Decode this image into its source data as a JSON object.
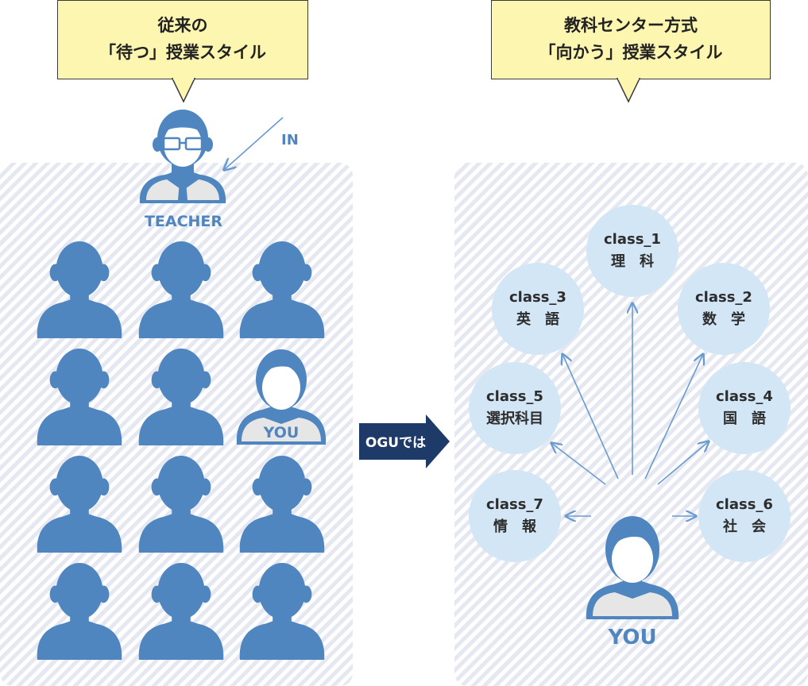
{
  "left_callout": {
    "line1": "従来の",
    "line2": "「待つ」授業スタイル"
  },
  "right_callout": {
    "line1": "教科センター方式",
    "line2": "「向かう」授業スタイル"
  },
  "teacher_label": "TEACHER",
  "in_label": "IN",
  "you_badge_left": "YOU",
  "you_label_right": "YOU",
  "ogu_arrow_label": "OGUでは",
  "classes": [
    {
      "id": "class_1",
      "subject": "理　科"
    },
    {
      "id": "class_2",
      "subject": "数　学"
    },
    {
      "id": "class_3",
      "subject": "英　語"
    },
    {
      "id": "class_4",
      "subject": "国　語"
    },
    {
      "id": "class_5",
      "subject": "選択科目"
    },
    {
      "id": "class_6",
      "subject": "社　会"
    },
    {
      "id": "class_7",
      "subject": "情　報"
    }
  ],
  "colors": {
    "person_blue": "#4f86c0",
    "circle_fill": "#d3e6f5",
    "arrow_blue": "#6a9bd0",
    "ogu_navy": "#1e3a68",
    "callout_yellow": "#fdf6b0"
  }
}
